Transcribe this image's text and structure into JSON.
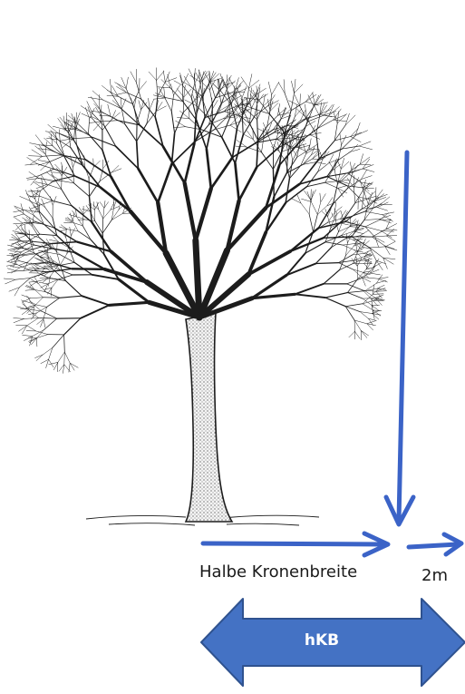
{
  "diagram": {
    "labels": {
      "half_crown_width": "Halbe Kronenbreite",
      "two_meters": "2m",
      "hkb": "hKB"
    },
    "colors": {
      "arrow_blue": "#3b63c7",
      "double_arrow_fill": "#4472c4",
      "double_arrow_stroke": "#2f528f",
      "tree_ink": "#1c1c1c"
    },
    "icons": {
      "tree": "bare-deciduous-tree-illustration"
    }
  }
}
